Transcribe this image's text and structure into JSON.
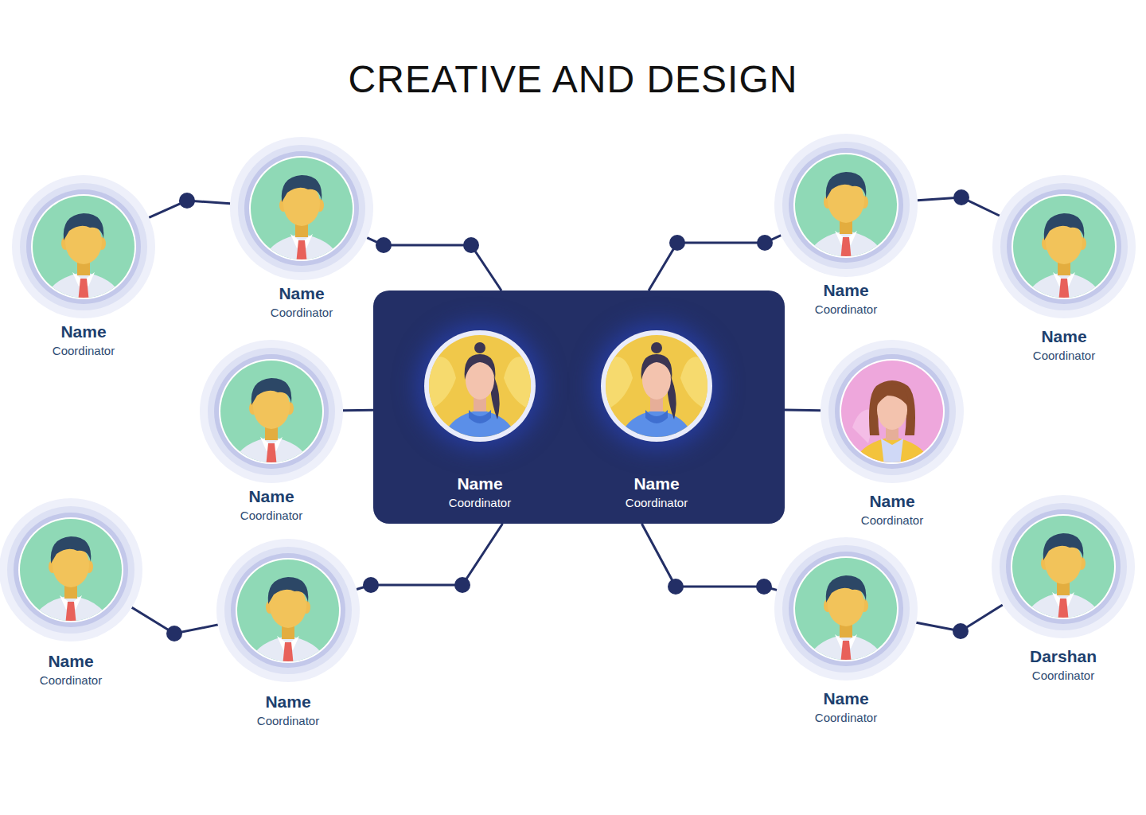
{
  "diagram": {
    "title": "CREATIVE AND DESIGN",
    "nodes": [
      {
        "text": [
          "Name",
          "Coordinator"
        ]
      },
      {
        "text": [
          "Name",
          "Coordinator"
        ]
      },
      {
        "text": [
          "Name",
          "Coordinator"
        ]
      },
      {
        "text": [
          "Name",
          "Coordinator"
        ]
      },
      {
        "text": [
          "Name",
          "Coordinator"
        ]
      },
      {
        "text": []
      },
      {
        "text": [
          "Name",
          "Coordinator"
        ],
        "in": 5
      },
      {
        "text": [
          "Name",
          "Coordinator"
        ],
        "in": 5
      },
      {
        "text": [
          "Name",
          "Coordinator"
        ]
      },
      {
        "text": [
          "Name",
          "Coordinator"
        ]
      },
      {
        "text": [
          "Name",
          "Coordinator"
        ]
      },
      {
        "text": [
          "Name",
          "Coordinator"
        ]
      },
      {
        "text": [
          "Darshan",
          "Coordinator"
        ]
      }
    ],
    "edges": [
      {
        "from": 0,
        "to": 1,
        "arrow": "none"
      },
      {
        "from": 1,
        "to": 5,
        "arrow": "none"
      },
      {
        "from": 5,
        "to": 2,
        "arrow": "none"
      },
      {
        "from": 2,
        "to": 3,
        "arrow": "none"
      },
      {
        "from": 4,
        "to": 5,
        "arrow": "none"
      },
      {
        "from": 5,
        "to": 8,
        "arrow": "none"
      },
      {
        "from": 9,
        "to": 10,
        "arrow": "none"
      },
      {
        "from": 10,
        "to": 5,
        "arrow": "none"
      },
      {
        "from": 5,
        "to": 11,
        "arrow": "none"
      },
      {
        "from": 11,
        "to": 12,
        "arrow": "none"
      }
    ]
  }
}
